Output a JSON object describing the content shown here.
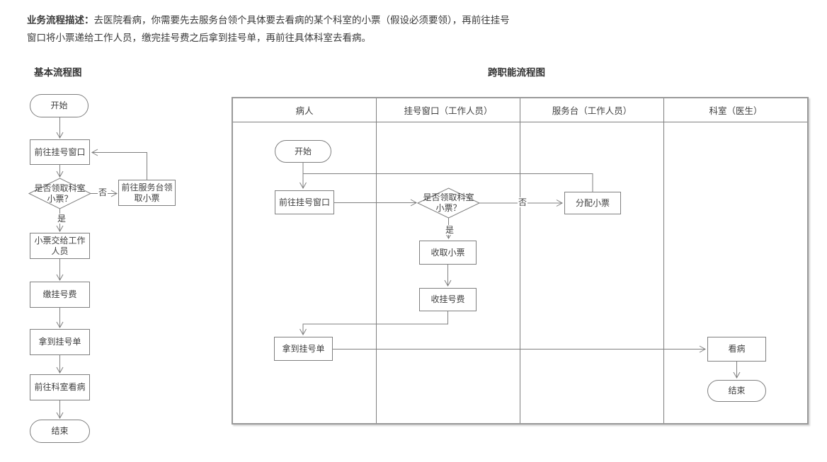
{
  "description": {
    "label": "业务流程描述：",
    "line1": "去医院看病，你需要先去服务台领个具体要去看病的某个科室的小票（假设必须要领），再前往挂号",
    "line2": "窗口将小票递给工作人员，缴完挂号费之后拿到挂号单，再前往具体科室去看病。"
  },
  "basic": {
    "title": "基本流程图",
    "nodes": {
      "start": "开始",
      "goto_window": "前往挂号窗口",
      "decision": "是否领取科室\n小票？",
      "goto_desk": "前往服务台领\n取小票",
      "give_ticket": "小票交给工作\n人员",
      "pay_fee": "缴挂号费",
      "get_slip": "拿到挂号单",
      "goto_dept": "前往科室看病",
      "end": "结束"
    },
    "edge_labels": {
      "yes": "是",
      "no": "否"
    }
  },
  "swimlane": {
    "title": "跨职能流程图",
    "lanes": [
      "病人",
      "挂号窗口（工作人员）",
      "服务台（工作人员）",
      "科室（医生）"
    ],
    "nodes": {
      "start": "开始",
      "goto_window": "前往挂号窗口",
      "decision": "是否领取科室\n小票？",
      "collect_ticket": "收取小票",
      "collect_fee": "收挂号费",
      "get_slip": "拿到挂号单",
      "assign_ticket": "分配小票",
      "see_doctor": "看病",
      "end": "结束"
    },
    "edge_labels": {
      "yes": "是",
      "no": "否"
    }
  },
  "colors": {
    "line": "#7f7f7f",
    "text": "#3f3f3f"
  }
}
